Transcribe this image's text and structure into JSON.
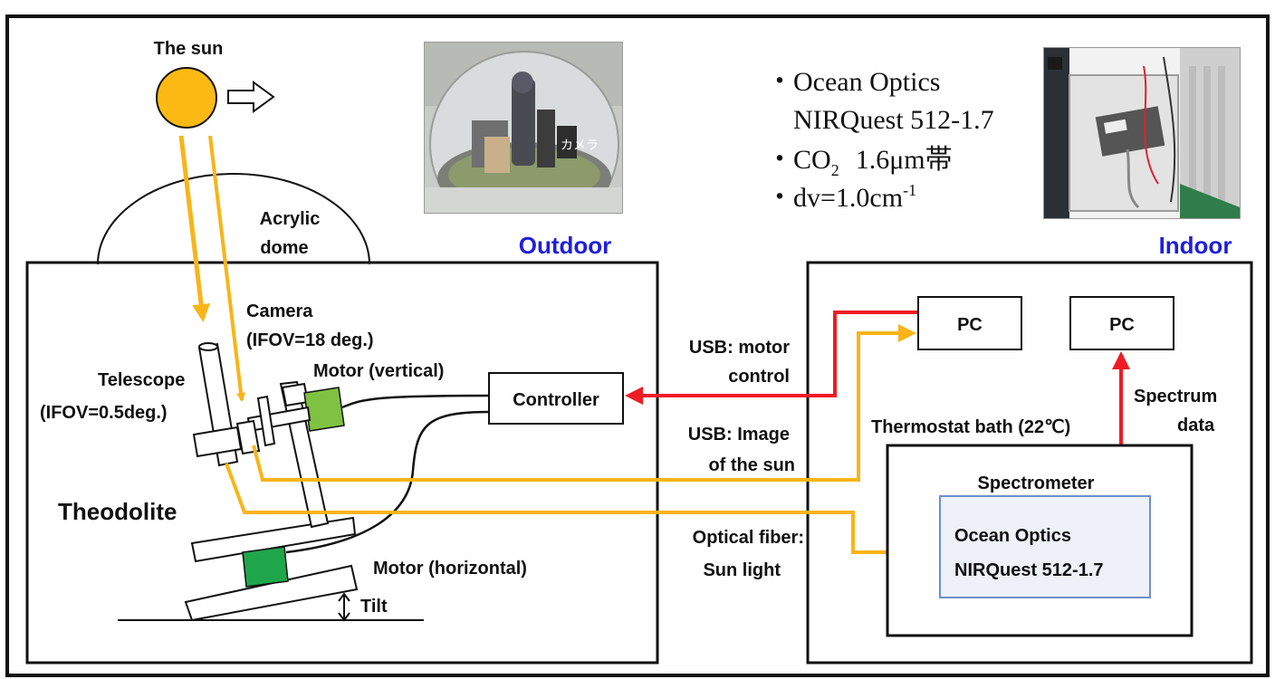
{
  "outdoor": {
    "sun_label": "The sun",
    "dome_label_1": "Acrylic",
    "dome_label_2": "dome",
    "section_label": "Outdoor",
    "camera_label_1": "Camera",
    "camera_label_2": "(IFOV=18 deg.)",
    "motor_vertical_label": "Motor (vertical)",
    "telescope_label_1": "Telescope",
    "telescope_label_2": "(IFOV=0.5deg.)",
    "controller_label": "Controller",
    "theodolite_label": "Theodolite",
    "motor_horizontal_label": "Motor (horizontal)",
    "tilt_label": "Tilt",
    "photo_overlay_text": "カメラ"
  },
  "links": {
    "usb_motor_1": "USB: motor",
    "usb_motor_2": "control",
    "usb_image_1": "USB: Image",
    "usb_image_2": "of the sun",
    "fiber_1": "Optical fiber:",
    "fiber_2": "Sun light"
  },
  "indoor": {
    "section_label": "Indoor",
    "pc_1_label": "PC",
    "pc_2_label": "PC",
    "spectrum_label_1": "Spectrum",
    "spectrum_label_2": "data",
    "thermostat_label": "Thermostat bath (22℃)",
    "spectrometer_label": "Spectrometer",
    "instrument_label_1": "Ocean Optics",
    "instrument_label_2": "NIRQuest 512-1.7"
  },
  "specs": {
    "line_1": "・Ocean Optics",
    "line_2": "NIRQuest 512-1.7",
    "line_3_prefix": "・CO",
    "line_3_sub": "2",
    "line_3_suffix": "1.6μm帯",
    "line_4_prefix": "・dv=1.0cm",
    "line_4_sup": "-1"
  },
  "colors": {
    "sun": "#FDB913",
    "light_path": "#F9B418",
    "data_link": "#EE1C25",
    "motor": "#7FC241",
    "motor_dark": "#1FA64A",
    "outdoor_title": "#1E1EDC",
    "instrument_fill": "#EEF1F8",
    "instrument_border": "#6E8FCB"
  }
}
